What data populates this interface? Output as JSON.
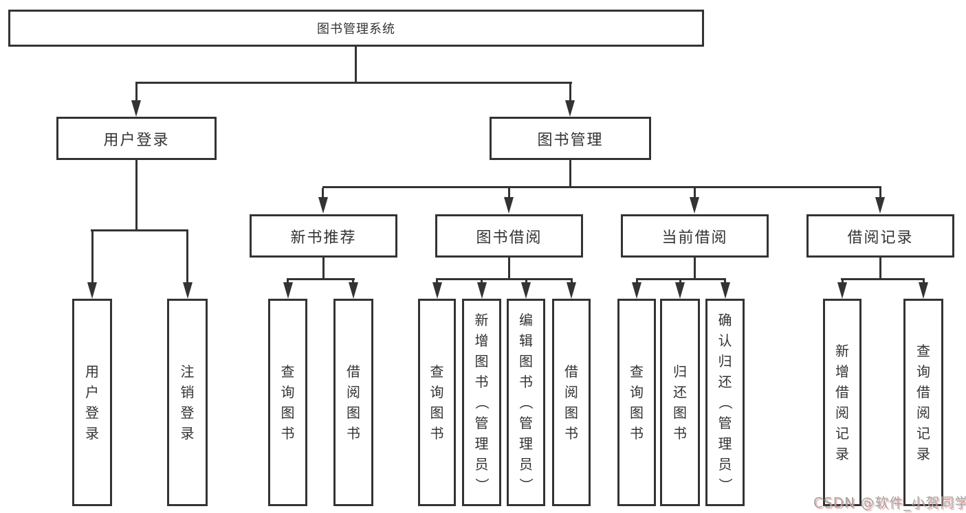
{
  "diagram": {
    "title": "图书管理系统",
    "nodes": {
      "root": "图书管理系统",
      "level1": [
        "用户登录",
        "图书管理"
      ],
      "level2": [
        "新书推荐",
        "图书借阅",
        "当前借阅",
        "借阅记录"
      ],
      "leaves_user_login": [
        "用户登录",
        "注销登录"
      ],
      "leaves_new_books": [
        "查询图书",
        "借阅图书"
      ],
      "leaves_book_borrow": [
        "查询图书",
        "新增图书（管理员）",
        "编辑图书（管理员）",
        "借阅图书"
      ],
      "leaves_current_borrow": [
        "查询图书",
        "归还图书",
        "确认归还（管理员）"
      ],
      "leaves_borrow_records": [
        "新增借阅记录",
        "查询借阅记录"
      ]
    }
  },
  "watermark": {
    "text": "CSDN @软件_小贺同学"
  },
  "colors": {
    "line": "#333333",
    "box_border": "#333333",
    "text": "#333333",
    "watermark_text": "#a6a6a6",
    "watermark_shadow": "#e87d7d",
    "background": "#ffffff"
  }
}
